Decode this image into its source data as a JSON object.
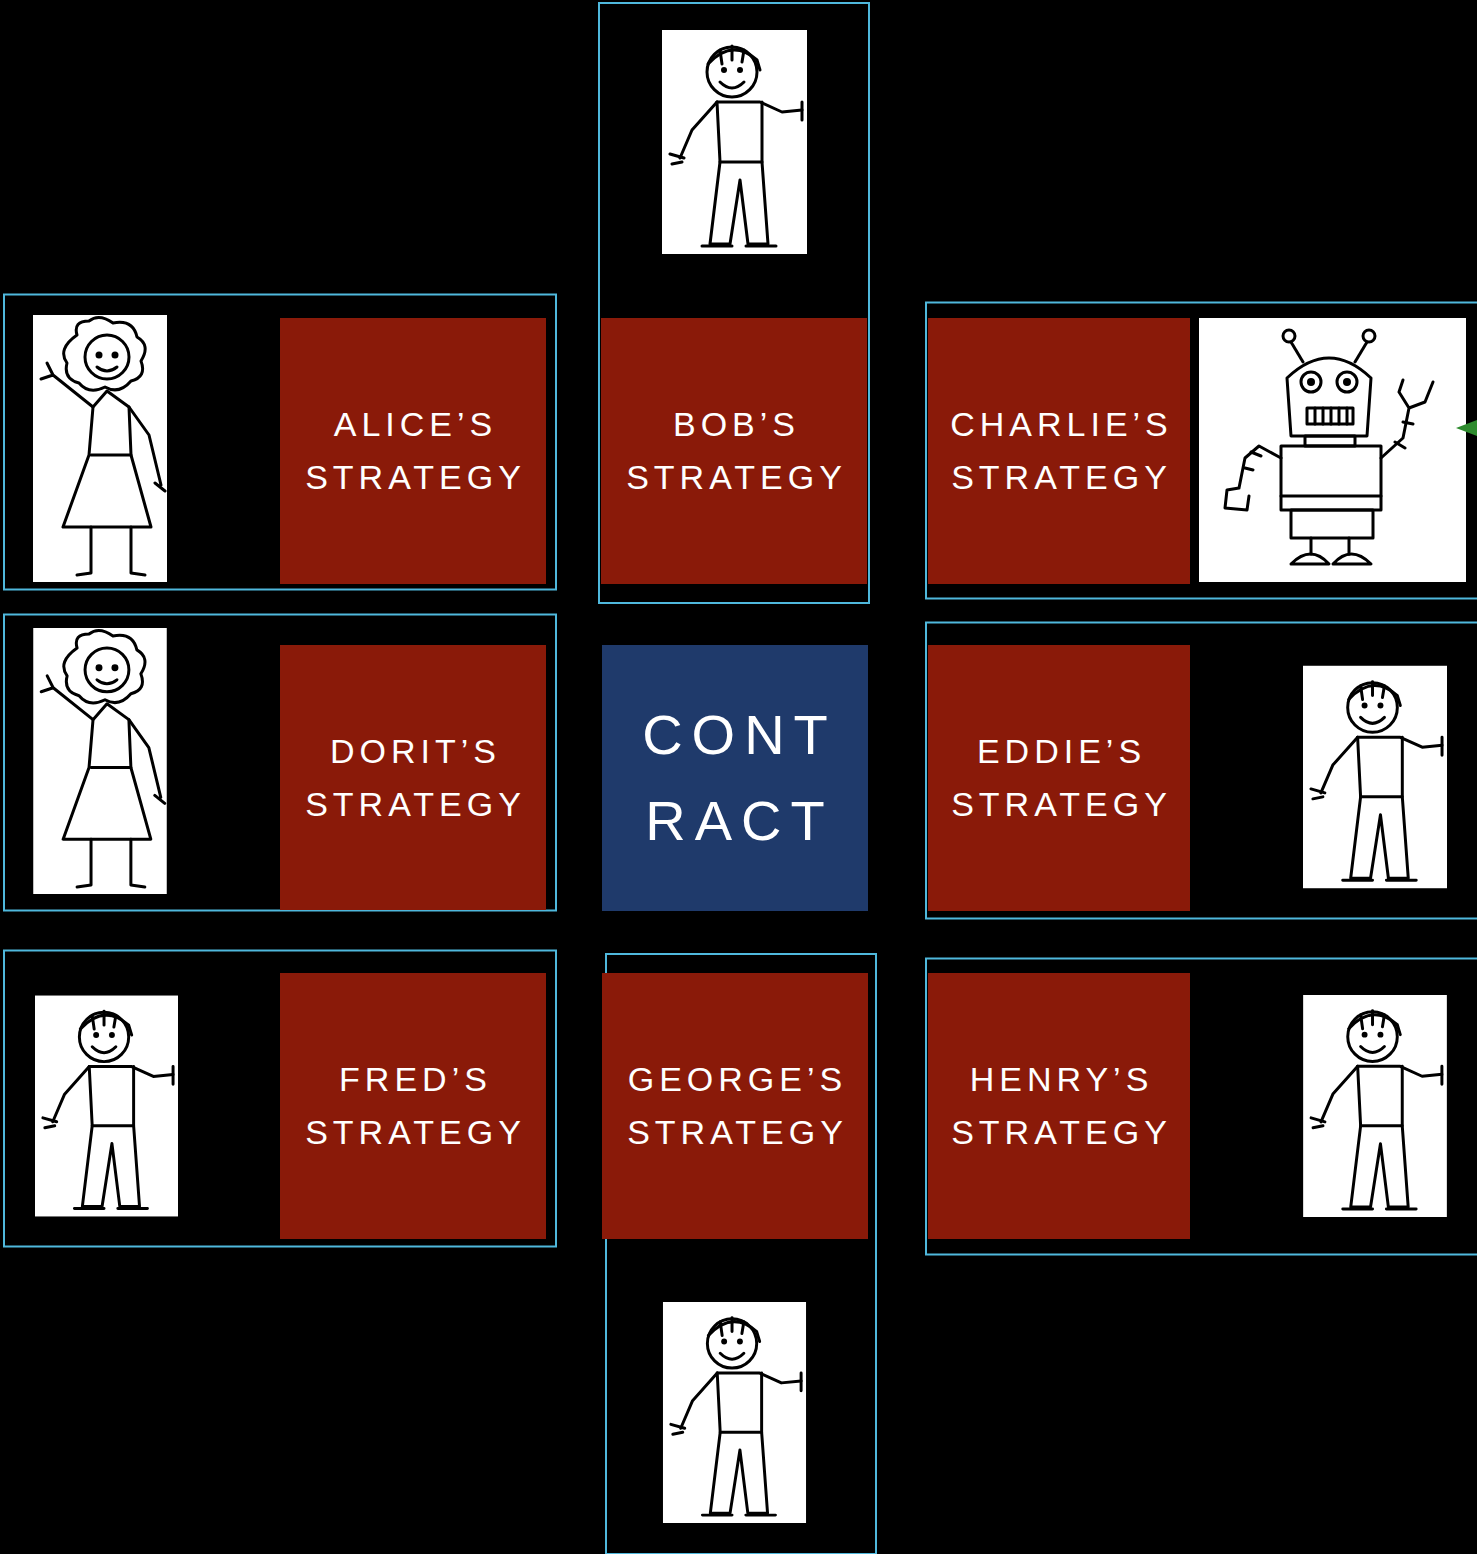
{
  "diagram": {
    "nodes": [
      {
        "text": [
          "ALICE’S STRATEGY"
        ]
      },
      {
        "text": [
          "BOB’S STRATEGY"
        ]
      },
      {
        "text": [
          "CHARLIE’S STRATEGY"
        ]
      },
      {
        "text": [
          "DORIT’S STRATEGY"
        ]
      },
      {
        "text": [
          "CONT RACT"
        ]
      },
      {
        "text": [
          "EDDIE’S STRATEGY"
        ]
      },
      {
        "text": [
          "FRED’S STRATEGY"
        ]
      },
      {
        "text": [
          "GEORGE’S STRATEGY"
        ]
      },
      {
        "text": [
          "HENRY’S STRATEGY"
        ]
      }
    ]
  }
}
